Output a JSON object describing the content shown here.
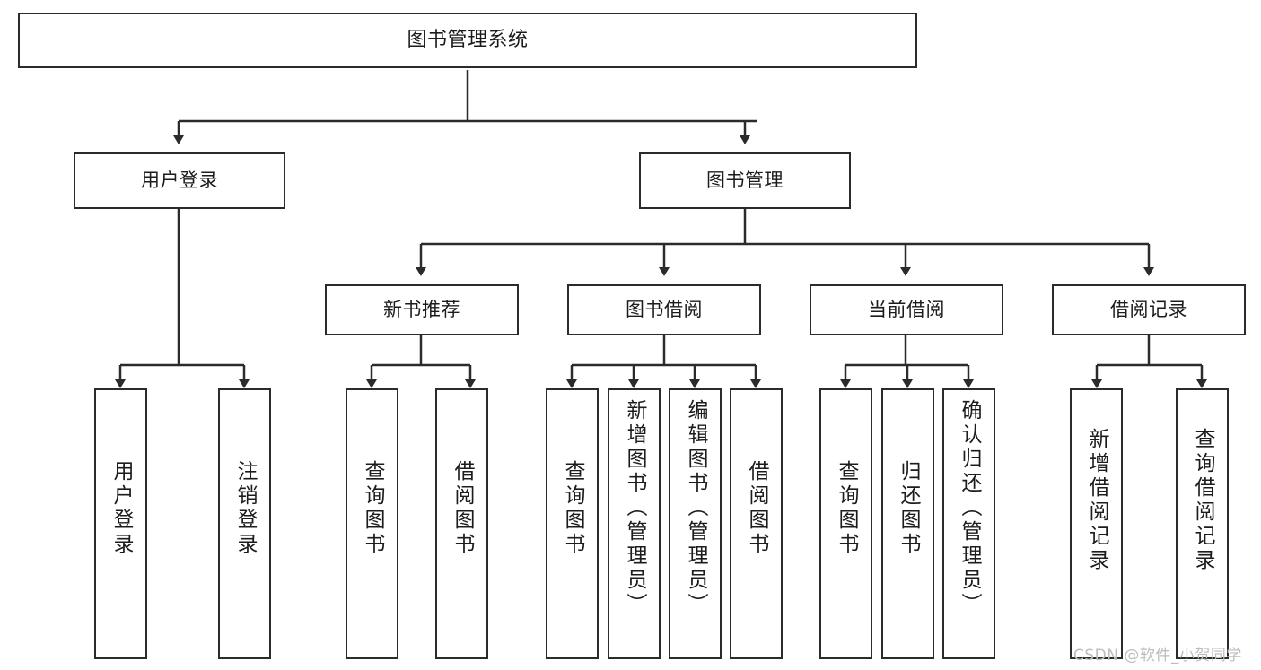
{
  "diagram": {
    "title": "图书管理系统",
    "type": "hierarchy-tree",
    "root": {
      "label": "图书管理系统"
    },
    "level2": [
      {
        "label": "用户登录"
      },
      {
        "label": "图书管理"
      }
    ],
    "level3": [
      {
        "label": "新书推荐"
      },
      {
        "label": "图书借阅"
      },
      {
        "label": "当前借阅"
      },
      {
        "label": "借阅记录"
      }
    ],
    "leaves": {
      "user_login": [
        {
          "label": "用户登录"
        },
        {
          "label": "注销登录"
        }
      ],
      "new_book_recommend": [
        {
          "label": "查询图书"
        },
        {
          "label": "借阅图书"
        }
      ],
      "book_borrow": [
        {
          "label": "查询图书"
        },
        {
          "label": "新增图书（管理员）"
        },
        {
          "label": "编辑图书（管理员）"
        },
        {
          "label": "借阅图书"
        }
      ],
      "current_borrow": [
        {
          "label": "查询图书"
        },
        {
          "label": "归还图书"
        },
        {
          "label": "确认归还（管理员）"
        }
      ],
      "borrow_record": [
        {
          "label": "新增借阅记录"
        },
        {
          "label": "查询借阅记录"
        }
      ]
    }
  },
  "watermark": {
    "text": "CSDN @软件_小贺同学"
  },
  "colors": {
    "stroke": "#2b2b2b",
    "fill": "#ffffff",
    "text": "#1c1c1c",
    "watermark": "#bdbdbd"
  }
}
